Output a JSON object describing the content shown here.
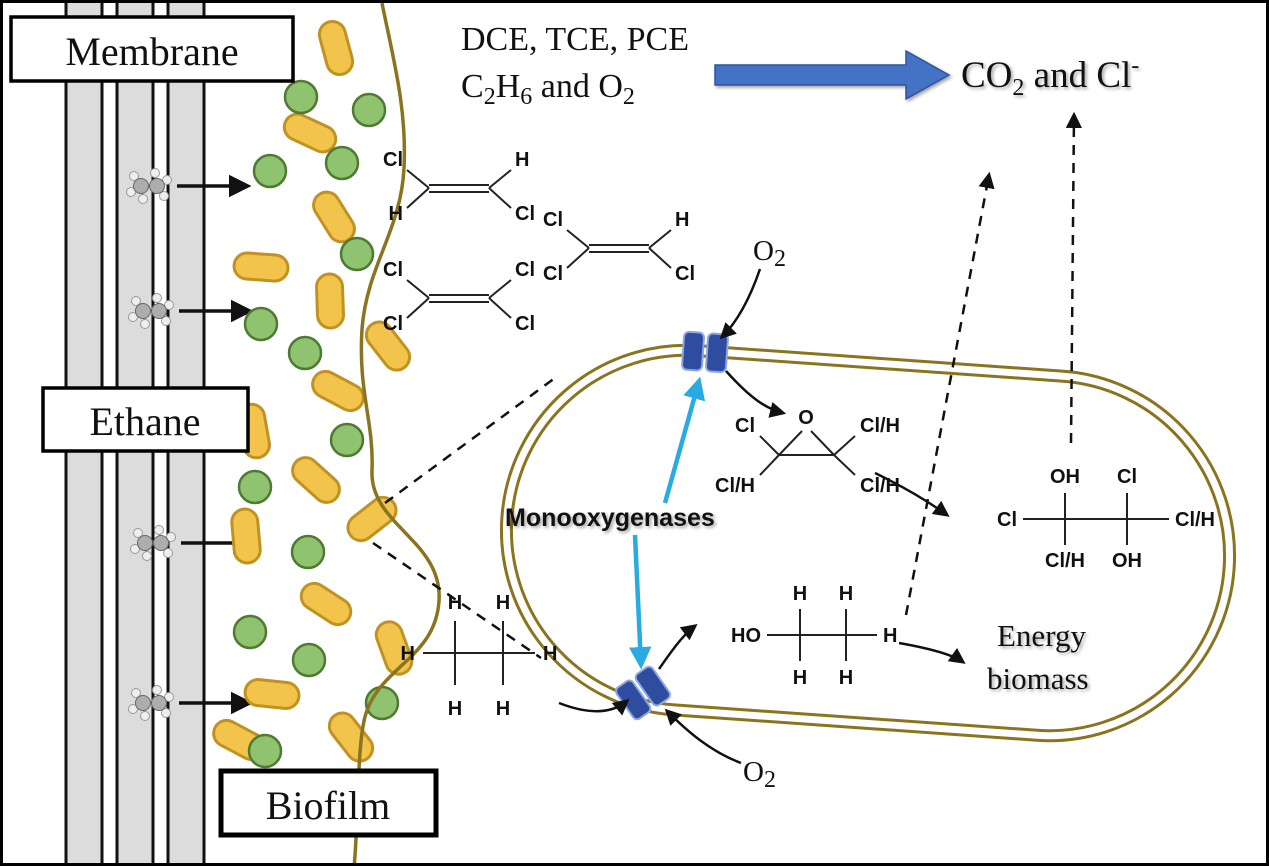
{
  "colors": {
    "accent_blue": "#4472C4",
    "olive_membrane": "#8a7420",
    "bacteria_fill": "#f2c44c",
    "bacteria_stroke": "#c09222",
    "microbe_green": "#8fc36f",
    "transporter_blue": "#2e4da0",
    "cyan_arrow": "#29abe2",
    "membrane_gray": "#dcdcdc"
  },
  "boxes": {
    "membrane": "Membrane",
    "ethane": "Ethane",
    "biofilm": "Biofilm"
  },
  "equation": {
    "reactants": "DCE, TCE, PCE",
    "c": "C",
    "c_sub": "2",
    "h": "H",
    "h_sub": "6",
    "and_o": " and O",
    "o_sub": "2",
    "co": "CO",
    "co_sub": "2",
    "and_cl": " and Cl",
    "cl_sup": "-"
  },
  "annotations": {
    "monooxygenases": "Monooxygenases",
    "energy": "Energy",
    "biomass": "biomass"
  },
  "o2": {
    "base": "O",
    "sub": "2"
  },
  "structures": {
    "dce": {
      "tl": "Cl",
      "tr": "H",
      "bl": "H",
      "br": "Cl"
    },
    "tce": {
      "tl": "Cl",
      "tr": "H",
      "bl": "Cl",
      "br": "Cl"
    },
    "pce": {
      "tl": "Cl",
      "tr": "Cl",
      "bl": "Cl",
      "br": "Cl"
    },
    "epoxide": {
      "tl": "Cl",
      "o": "O",
      "tr": "Cl/H",
      "bl": "Cl/H",
      "br": "Cl/H"
    },
    "diol": {
      "top_left": "OH",
      "top_right": "Cl",
      "left": "Cl",
      "right": "Cl/H",
      "bottom_left": "Cl/H",
      "bottom_right": "OH"
    },
    "ethanol": {
      "ho": "HO",
      "h": "H"
    },
    "ethane": {
      "h": "H"
    }
  }
}
